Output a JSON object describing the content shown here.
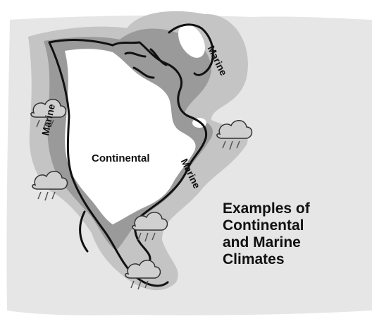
{
  "map": {
    "labels": {
      "interior": "Continental",
      "west_coast": "Marine",
      "east_coast": "Marine",
      "northeast": "Marine"
    },
    "caption_lines": [
      "Examples of",
      "Continental",
      "and Marine",
      "Climates"
    ],
    "colors": {
      "background_panel": "#e6e6e6",
      "marine_outer_zone": "#c4c4c4",
      "marine_inner_zone": "#9a9a9a",
      "continental_interior": "#ffffff",
      "coastline": "#111111",
      "cloud": "#d0d0d0"
    },
    "icons": [
      "rain-cloud-icon"
    ]
  }
}
